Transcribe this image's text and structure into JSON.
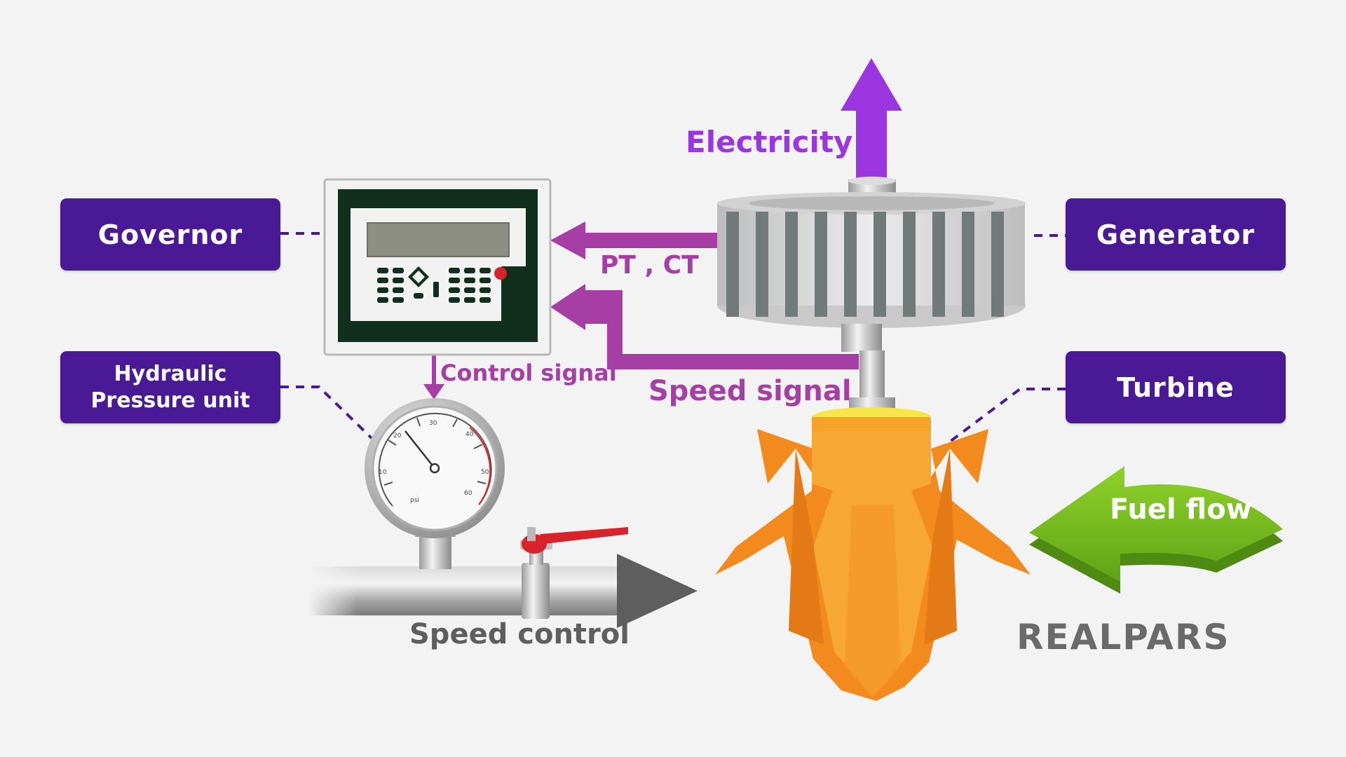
{
  "labels": {
    "governor": "Governor",
    "generator": "Generator",
    "turbine": "Turbine",
    "hydraulic_line1": "Hydraulic",
    "hydraulic_line2": "Pressure unit"
  },
  "signals": {
    "electricity": "Electricity",
    "pt_ct": "PT , CT",
    "control_signal": "Control signal",
    "speed_signal": "Speed signal",
    "speed_control": "Speed control",
    "fuel_flow": "Fuel flow"
  },
  "gauge": {
    "ticks": [
      "10",
      "20",
      "30",
      "40",
      "50",
      "60"
    ],
    "unit": "psi"
  },
  "brand": {
    "logo": "REALPARS"
  },
  "colors": {
    "label_bg": "#4a1a96",
    "signal_purple": "#a63ea6",
    "electricity": "#9b35e0",
    "fuel_green": "#7cc41f",
    "flame_orange": "#f49a2a",
    "pipe_gray": "#9a9a9a",
    "arrow_dark": "#5e5e5e"
  }
}
